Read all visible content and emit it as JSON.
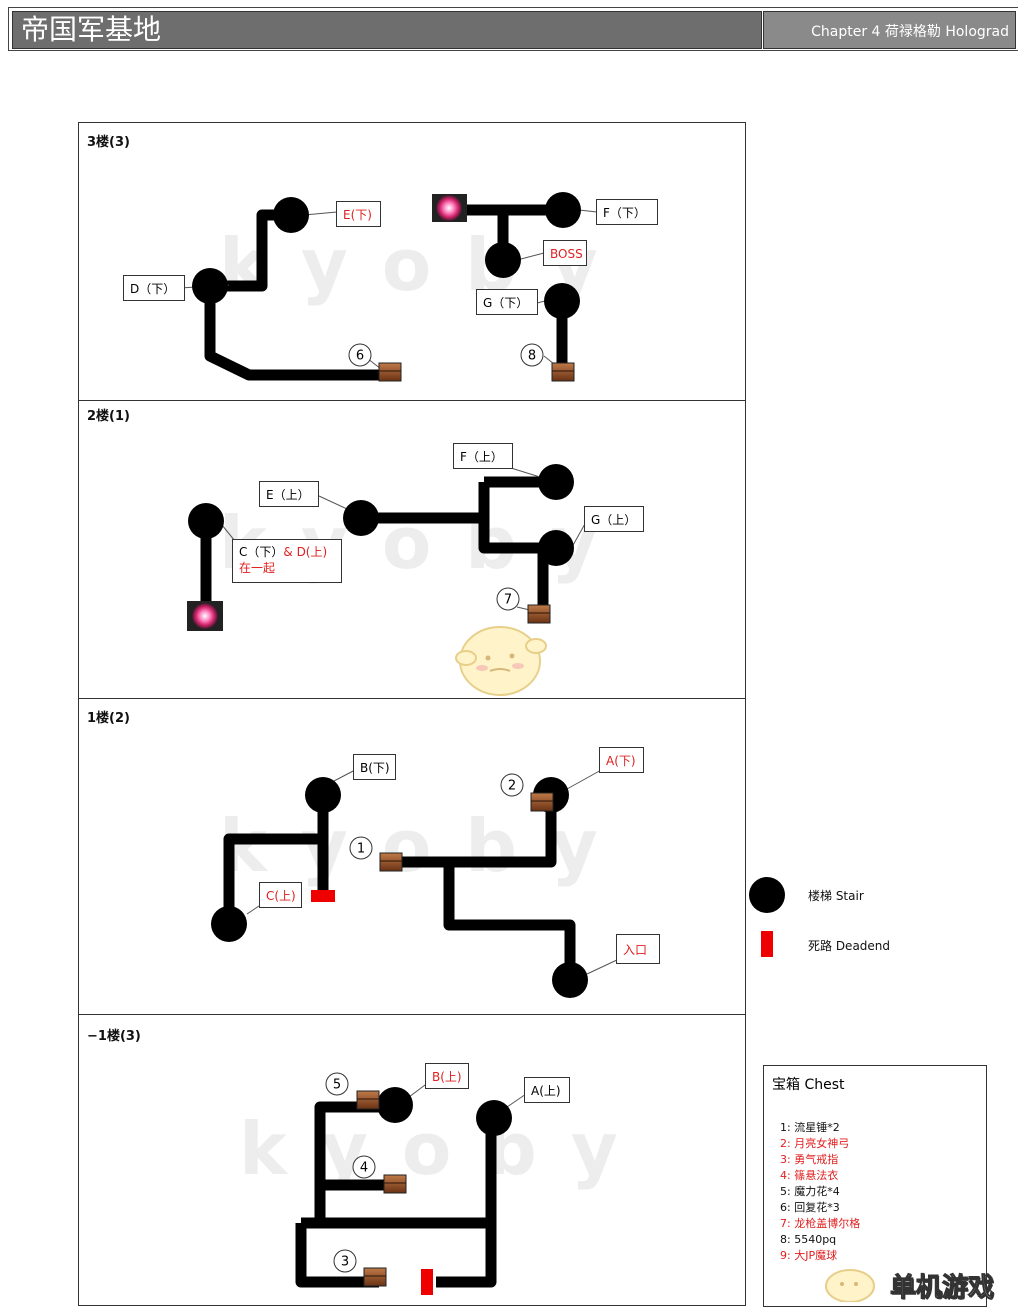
{
  "header": {
    "title": "帝国军基地",
    "chapter": "Chapter 4 荷禄格勒 Holograd"
  },
  "watermark": "kyoby",
  "floors": {
    "f3": {
      "label": "3楼(3)",
      "labels": {
        "e": "E(下)",
        "d": "D（下）",
        "f": "F（下）",
        "boss": "BOSS",
        "g": "G（下）"
      },
      "chests": [
        "6",
        "8"
      ]
    },
    "f2": {
      "label": "2楼(1)",
      "labels": {
        "f": "F（上）",
        "e": "E（上）",
        "g": "G（上）",
        "cd_part1": "C（下）",
        "cd_part2": "& D(上)",
        "cd_line2": "在一起"
      },
      "chests": [
        "7"
      ]
    },
    "f1": {
      "label": "1楼(2)",
      "labels": {
        "b": "B(下)",
        "a": "A(下)",
        "c": "C(上)",
        "entrance": "入口"
      },
      "chests": [
        "1",
        "2"
      ]
    },
    "b1": {
      "label": "−1楼(3)",
      "labels": {
        "b": "B(上)",
        "a": "A(上)"
      },
      "chests": [
        "5",
        "4",
        "3"
      ]
    }
  },
  "legend": {
    "stair": "楼梯 Stair",
    "deadend": "死路 Deadend"
  },
  "chest_list": {
    "title": "宝箱 Chest",
    "items": [
      {
        "text": "1: 流星锤*2",
        "color": "#111111"
      },
      {
        "text": "2: 月亮女神弓",
        "color": "#e02020"
      },
      {
        "text": "3: 勇气戒指",
        "color": "#e02020"
      },
      {
        "text": "4: 篠悬法衣",
        "color": "#e02020"
      },
      {
        "text": "5: 魔力花*4",
        "color": "#111111"
      },
      {
        "text": "6: 回复花*3",
        "color": "#111111"
      },
      {
        "text": "7: 龙枪盖博尔格",
        "color": "#e02020"
      },
      {
        "text": "8: 5540pq",
        "color": "#111111"
      },
      {
        "text": "9: 大JP魔球",
        "color": "#e02020"
      }
    ]
  },
  "logo": "单机游戏",
  "colors": {
    "path": "#000000",
    "deadend": "#ee0000",
    "accent_red": "#e02020",
    "header_bg": "#6e6e6e"
  }
}
